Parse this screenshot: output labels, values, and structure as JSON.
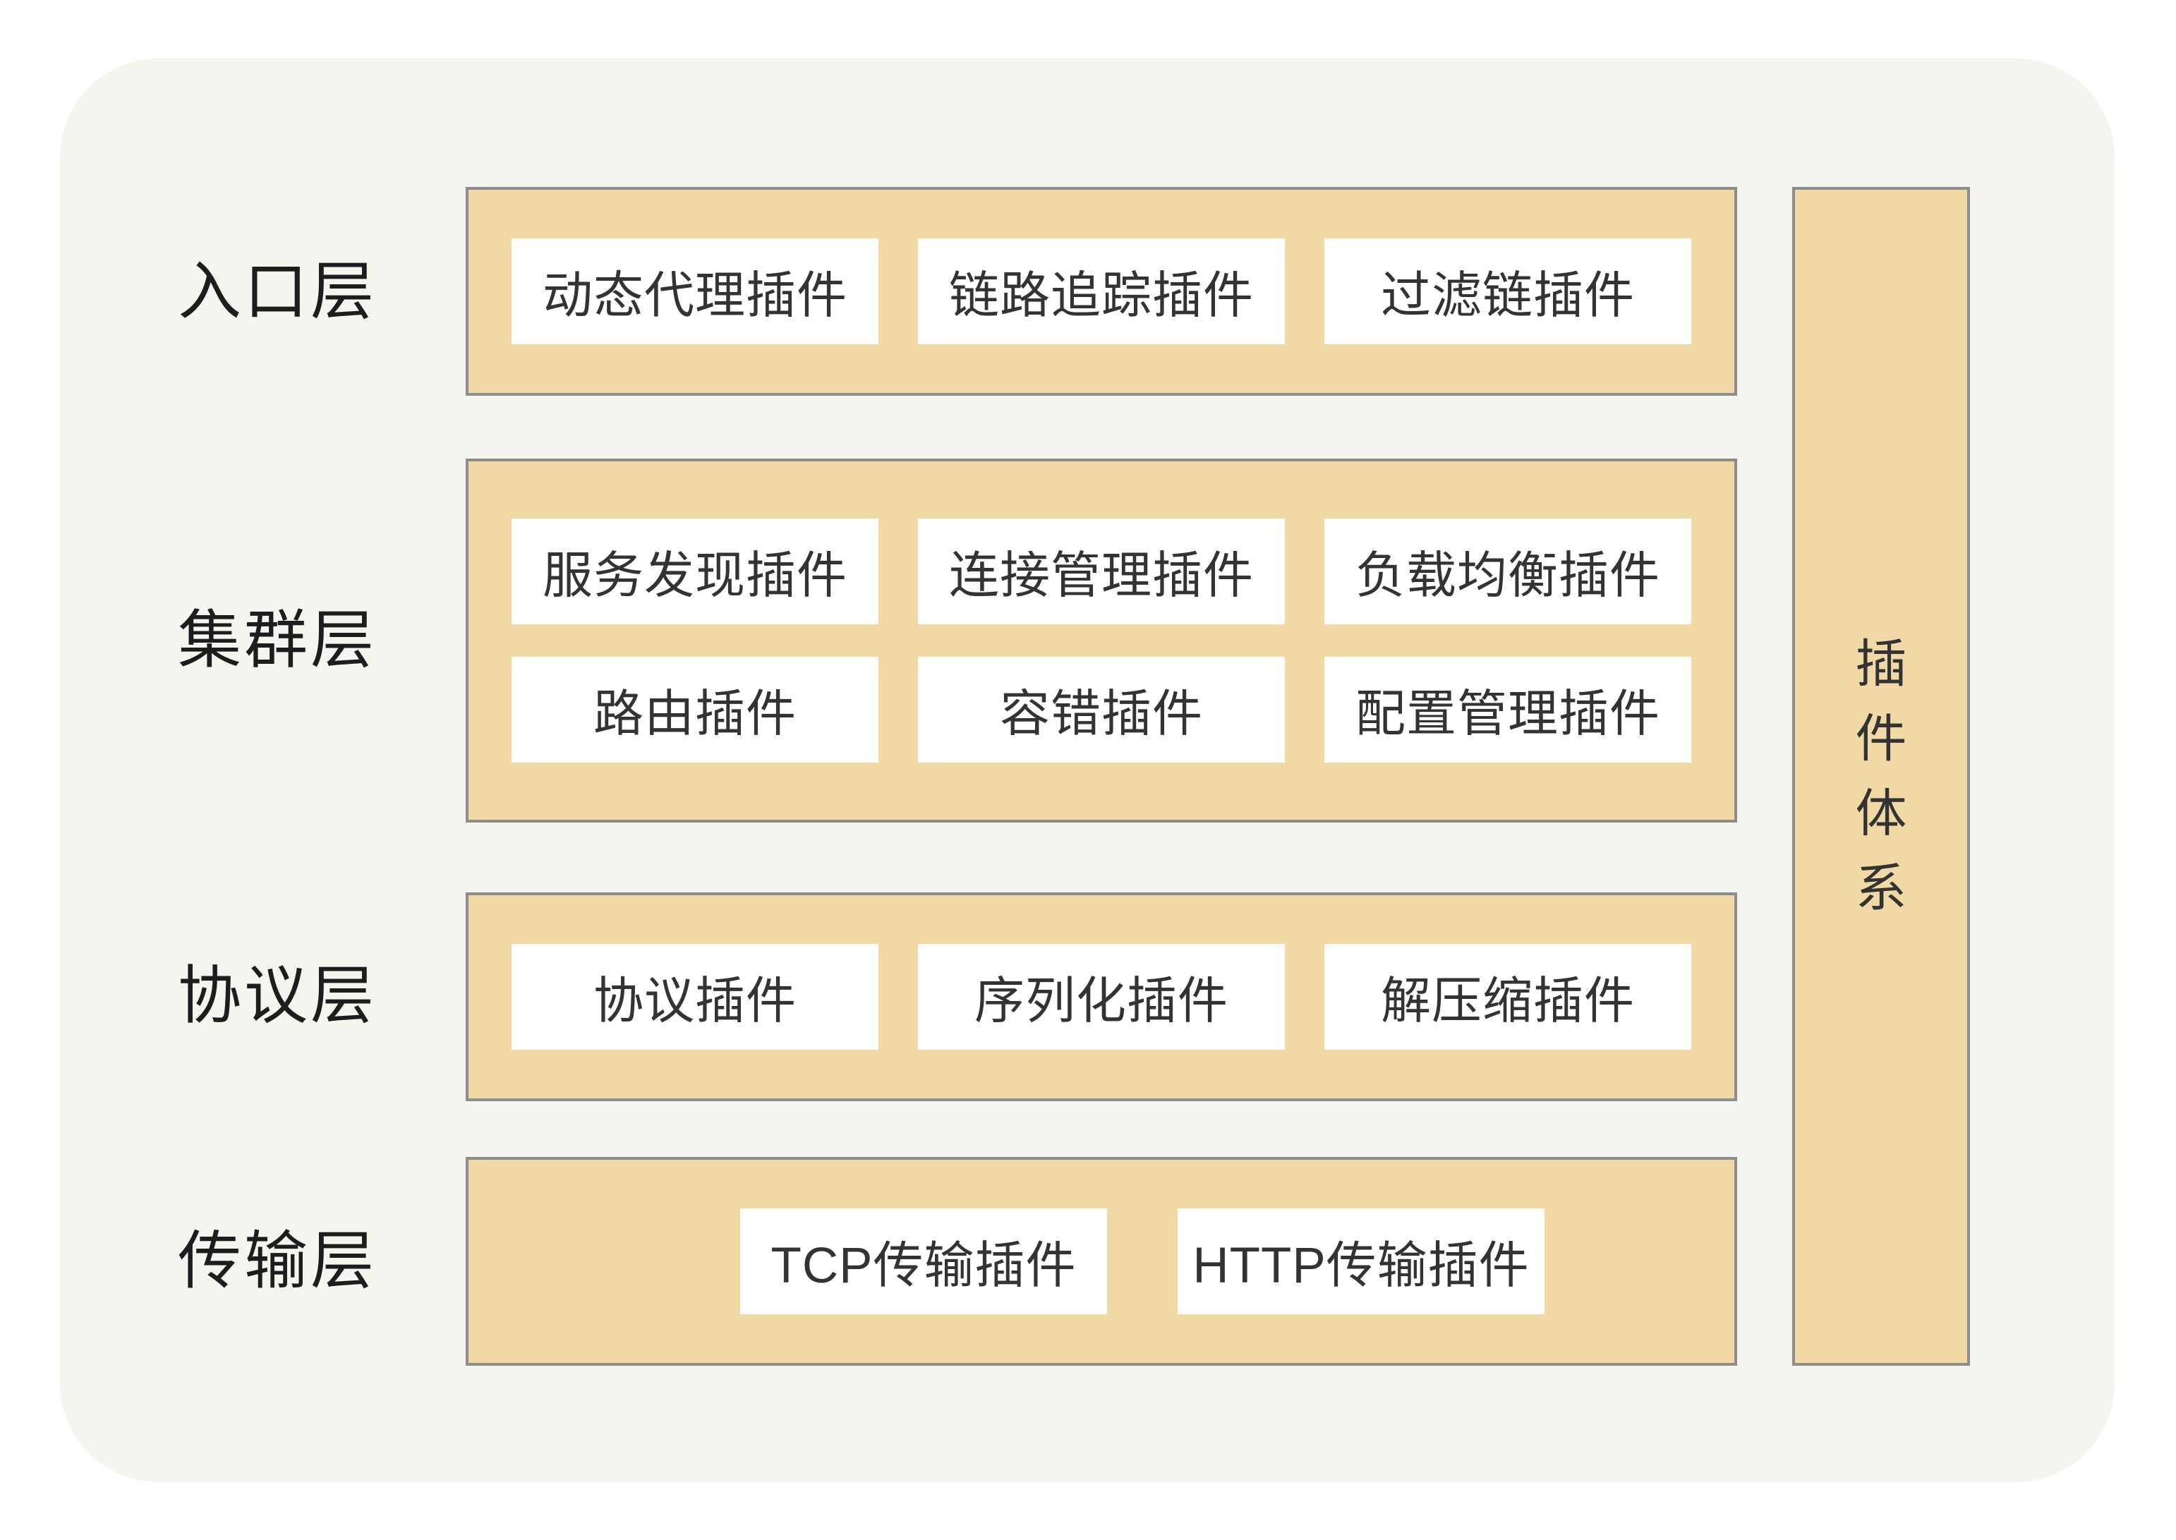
{
  "colors": {
    "page_background": "#ffffff",
    "panel_background": "#f5f5f0",
    "band_fill": "#f0d9a4",
    "band_border": "#8d8d8d",
    "plugin_box_background": "#ffffff",
    "layer_label_color": "#1d1d1f",
    "plugin_text_color": "#333333"
  },
  "layers": [
    {
      "label": "入口层",
      "rows": [
        [
          "动态代理插件",
          "链路追踪插件",
          "过滤链插件"
        ]
      ]
    },
    {
      "label": "集群层",
      "rows": [
        [
          "服务发现插件",
          "连接管理插件",
          "负载均衡插件"
        ],
        [
          "路由插件",
          "容错插件",
          "配置管理插件"
        ]
      ]
    },
    {
      "label": "协议层",
      "rows": [
        [
          "协议插件",
          "序列化插件",
          "解压缩插件"
        ]
      ]
    },
    {
      "label": "传输层",
      "rows": [
        [
          "TCP传输插件",
          "HTTP传输插件"
        ]
      ]
    }
  ],
  "sidebar": {
    "label": "插件体系",
    "chars": [
      "插",
      "件",
      "体",
      "系"
    ]
  }
}
